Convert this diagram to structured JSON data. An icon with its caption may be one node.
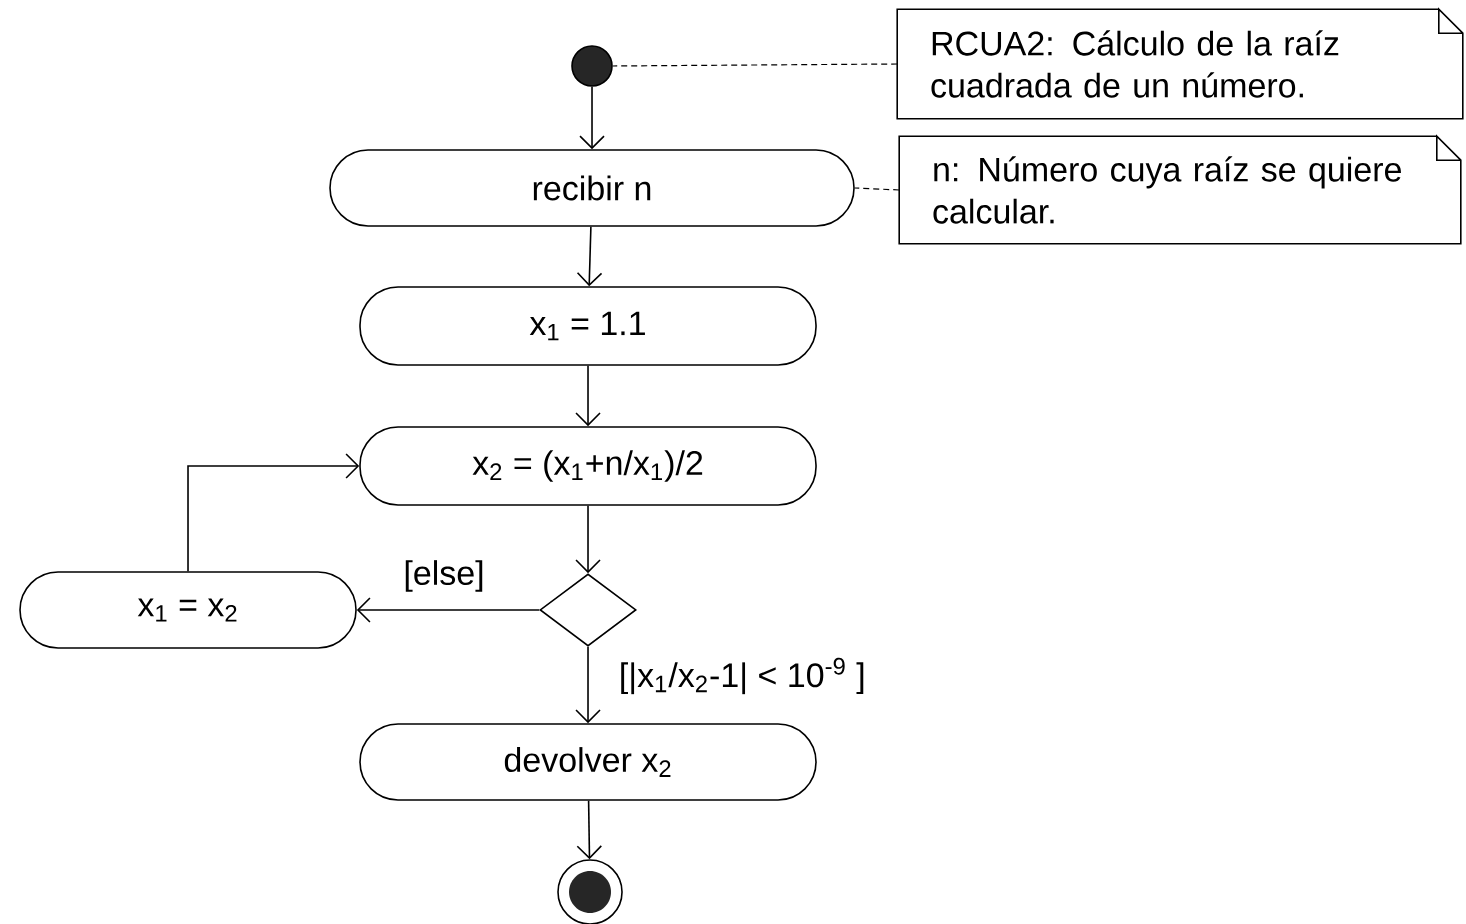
{
  "diagram": {
    "nodes": [
      {
        "text": [],
        "shape": "circle"
      },
      {
        "text": [
          "RCUA2: Cálculo de la raíz cuadrada de un número."
        ]
      },
      {
        "text": [
          "recibir n"
        ]
      },
      {
        "text": [
          "n: Número cuya raíz se quiere calcular."
        ]
      },
      {
        "text": [
          "x$_{1}$ = 1.1"
        ]
      },
      {
        "text": [
          "x$_{2}$ = (x$_{1}$+n/x$_{1}$)/2"
        ]
      },
      {
        "text": [],
        "shape": "diamond"
      },
      {
        "text": [
          "x$_{1}$ = x$_{2}$"
        ]
      },
      {
        "text": [
          "devolver x$_{2}$"
        ]
      },
      {
        "text": [],
        "shape": "circle"
      }
    ],
    "edges": [
      {
        "from": 0,
        "to": 2,
        "arrow": "to"
      },
      {
        "from": 1,
        "to": 0,
        "arrow": "none",
        "style": "dashed"
      },
      {
        "from": 3,
        "to": 2,
        "arrow": "none",
        "style": "dashed"
      },
      {
        "from": 2,
        "to": 4,
        "arrow": "to"
      },
      {
        "from": 4,
        "to": 5,
        "arrow": "to"
      },
      {
        "from": 5,
        "to": 6,
        "arrow": "to"
      },
      {
        "from": 6,
        "to": 7,
        "arrow": "to",
        "label": "[else]"
      },
      {
        "from": 7,
        "to": 5,
        "arrow": "to"
      },
      {
        "from": 6,
        "to": 8,
        "arrow": "to",
        "label": "[|x$_{1}$/x$_{2}$-1| < 10$^{-9}$ ]"
      },
      {
        "from": 8,
        "to": 9,
        "arrow": "to"
      }
    ]
  }
}
